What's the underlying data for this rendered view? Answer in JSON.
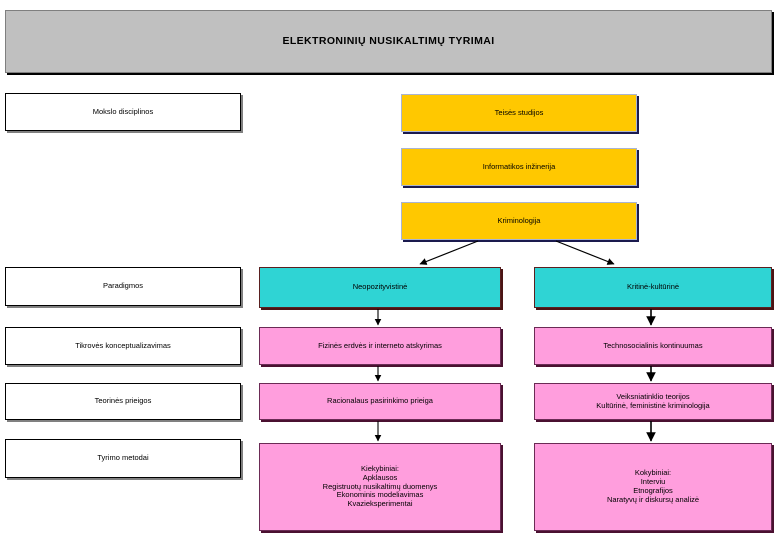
{
  "title": {
    "text": "ELEKTRONINIŲ NUSIKALTIMŲ TYRIMAI",
    "bg_color": "#c0c0c0"
  },
  "row_labels": [
    {
      "label": "Mokslo disciplinos"
    },
    {
      "label": "Paradigmos"
    },
    {
      "label": "Tikrovės konceptualizavimas"
    },
    {
      "label": "Teorinės prieigos"
    },
    {
      "label": "Tyrimo metodai"
    }
  ],
  "disciplines": {
    "color": "#ffc800",
    "items": [
      {
        "label": "Teisės studijos"
      },
      {
        "label": "Informatikos inžinerija"
      },
      {
        "label": "Kriminologija"
      }
    ]
  },
  "paradigms": {
    "color": "#2fd4d4",
    "left": {
      "label": "Neopozityvistinė"
    },
    "right": {
      "label": "Kritinė-kultūrinė"
    }
  },
  "conceptualization": {
    "color": "#ff9edd",
    "left": {
      "label": "Fizinės erdvės ir interneto atskyrimas"
    },
    "right": {
      "label": "Technosocialinis kontinuumas"
    }
  },
  "theory": {
    "color": "#ff9edd",
    "left": {
      "lines": [
        "Racionalaus pasirinkimo prieiga"
      ]
    },
    "right": {
      "lines": [
        "Veiksniatinklio teorijos",
        "Kultūrinė, feministinė kriminologija"
      ]
    }
  },
  "methods": {
    "color": "#ff9edd",
    "left": {
      "lines": [
        "Kiekybiniai:",
        "Apklausos",
        "Registruotų nusikaltimų duomenys",
        "Ekonominis modeliavimas",
        "Kvazieksperimentai"
      ]
    },
    "right": {
      "lines": [
        "Kokybiniai:",
        "Interviu",
        "Etnografijos",
        "Naratyvų ir diskursų analizė"
      ]
    }
  }
}
